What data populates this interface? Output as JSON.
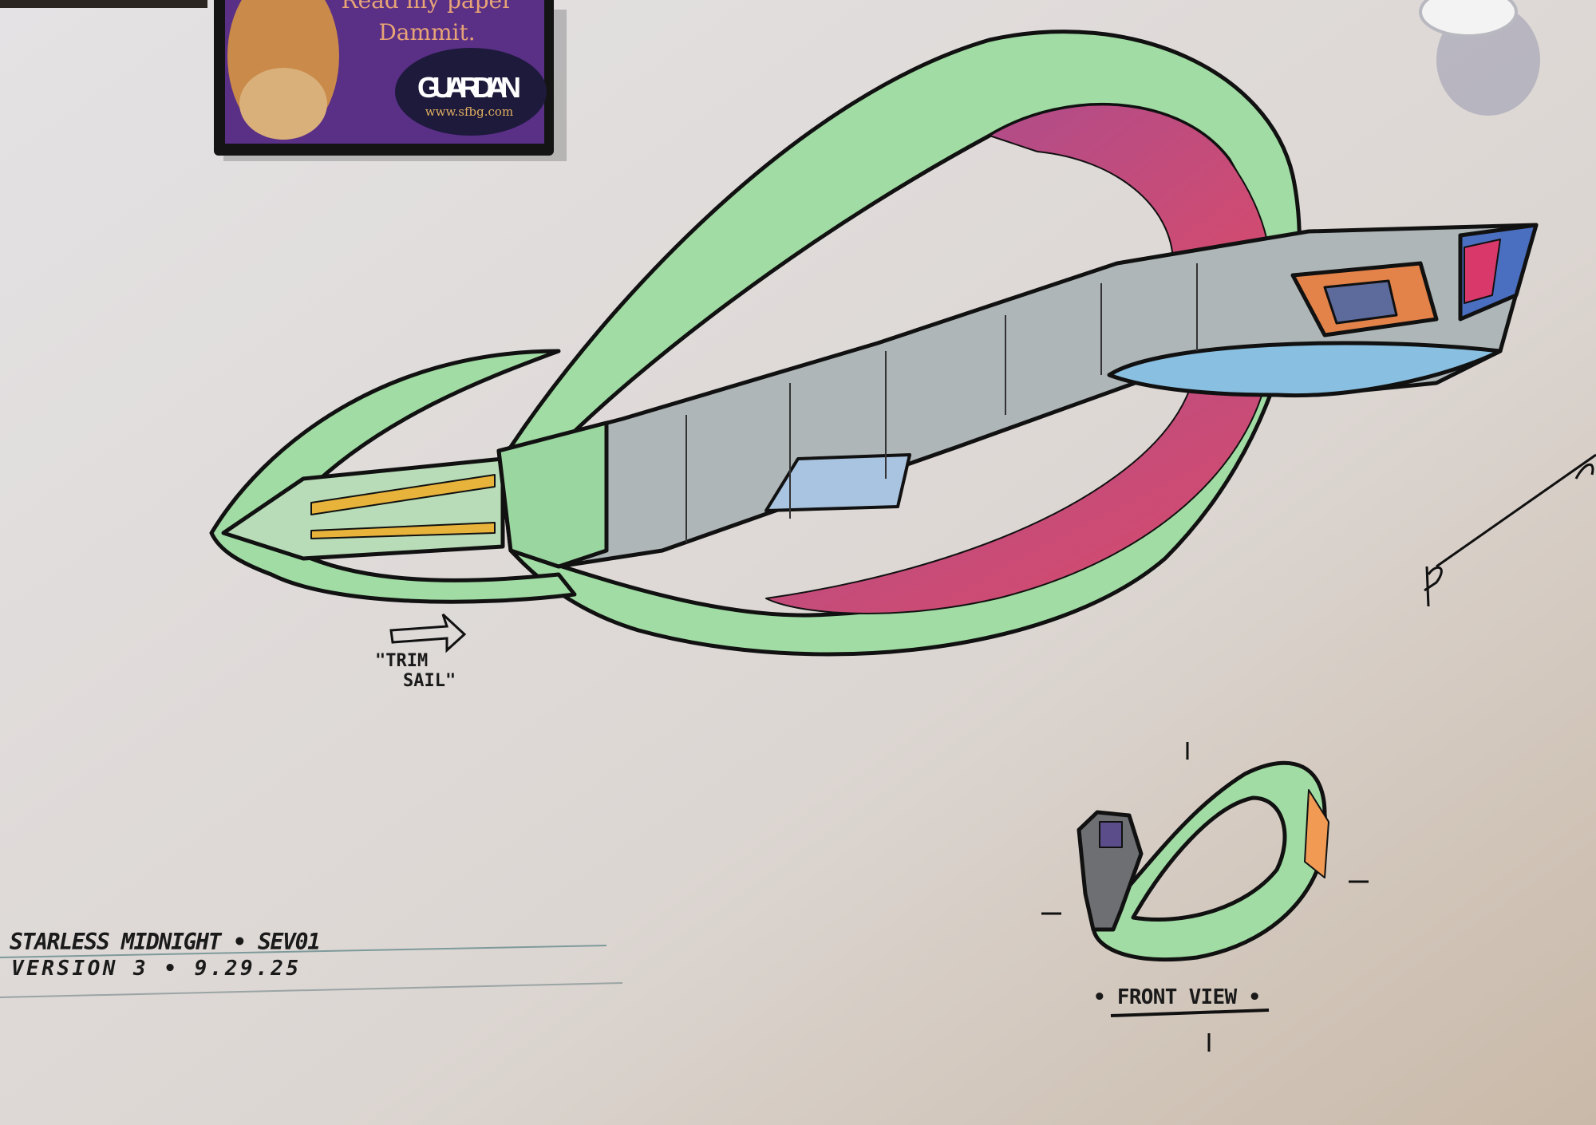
{
  "magnet": {
    "line1": "Read my paper",
    "line2": "Dammit.",
    "brand": "GUARDIAN",
    "url": "www.sfbg.com"
  },
  "drawing": {
    "annotation": "\"TRIM SAIL\"",
    "annotation_line1": "\"TRIM",
    "annotation_line2": "SAIL\"",
    "title_line1": "STARLESS MIDNIGHT • SEV01",
    "title_line2": "VERSION 3  •  9.29.25",
    "front_view_label": "• FRONT VIEW •"
  },
  "colors": {
    "paper": "#e2dfdf",
    "hull_green": "#9bdca0",
    "nacelle_pink": "#c2487a",
    "hull_grey": "#aeb6b8",
    "magnet_purple": "#5a2f86",
    "ink": "#1a1a1a"
  }
}
